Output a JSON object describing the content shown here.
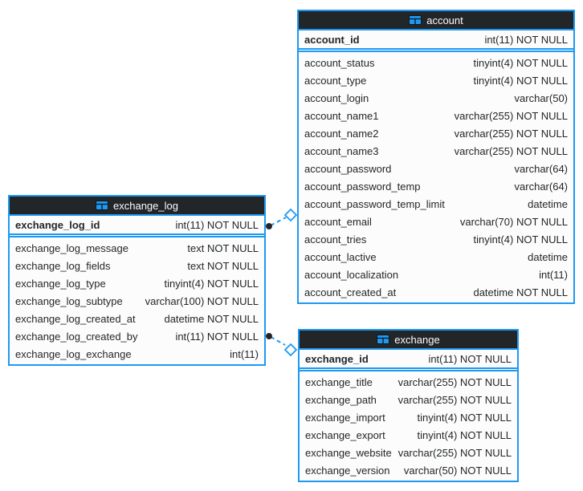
{
  "diagram": {
    "colors": {
      "accent": "#1d99f3",
      "header_bg": "#232629",
      "header_text": "#fcfcfc",
      "row_bg": "#fcfcfc",
      "text": "#232629",
      "canvas_bg": "#ffffff"
    },
    "tables": [
      {
        "title": "account",
        "icon": "table-icon",
        "primary_key": {
          "name": "account_id",
          "type": "int(11) NOT NULL"
        },
        "fields": [
          {
            "name": "account_status",
            "type": "tinyint(4) NOT NULL"
          },
          {
            "name": "account_type",
            "type": "tinyint(4) NOT NULL"
          },
          {
            "name": "account_login",
            "type": "varchar(50)"
          },
          {
            "name": "account_name1",
            "type": "varchar(255) NOT NULL"
          },
          {
            "name": "account_name2",
            "type": "varchar(255) NOT NULL"
          },
          {
            "name": "account_name3",
            "type": "varchar(255) NOT NULL"
          },
          {
            "name": "account_password",
            "type": "varchar(64)"
          },
          {
            "name": "account_password_temp",
            "type": "varchar(64)"
          },
          {
            "name": "account_password_temp_limit",
            "type": "datetime"
          },
          {
            "name": "account_email",
            "type": "varchar(70) NOT NULL"
          },
          {
            "name": "account_tries",
            "type": "tinyint(4) NOT NULL"
          },
          {
            "name": "account_lactive",
            "type": "datetime"
          },
          {
            "name": "account_localization",
            "type": "int(11)"
          },
          {
            "name": "account_created_at",
            "type": "datetime NOT NULL"
          }
        ]
      },
      {
        "title": "exchange_log",
        "icon": "table-icon",
        "primary_key": {
          "name": "exchange_log_id",
          "type": "int(11) NOT NULL"
        },
        "fields": [
          {
            "name": "exchange_log_message",
            "type": "text NOT NULL"
          },
          {
            "name": "exchange_log_fields",
            "type": "text NOT NULL"
          },
          {
            "name": "exchange_log_type",
            "type": "tinyint(4) NOT NULL"
          },
          {
            "name": "exchange_log_subtype",
            "type": "varchar(100) NOT NULL"
          },
          {
            "name": "exchange_log_created_at",
            "type": "datetime NOT NULL"
          },
          {
            "name": "exchange_log_created_by",
            "type": "int(11) NOT NULL"
          },
          {
            "name": "exchange_log_exchange",
            "type": "int(11)"
          }
        ]
      },
      {
        "title": "exchange",
        "icon": "table-icon",
        "primary_key": {
          "name": "exchange_id",
          "type": "int(11) NOT NULL"
        },
        "fields": [
          {
            "name": "exchange_title",
            "type": "varchar(255) NOT NULL"
          },
          {
            "name": "exchange_path",
            "type": "varchar(255) NOT NULL"
          },
          {
            "name": "exchange_import",
            "type": "tinyint(4) NOT NULL"
          },
          {
            "name": "exchange_export",
            "type": "tinyint(4) NOT NULL"
          },
          {
            "name": "exchange_website",
            "type": "varchar(255) NOT NULL"
          },
          {
            "name": "exchange_version",
            "type": "varchar(50) NOT NULL"
          }
        ]
      }
    ],
    "relations": [
      {
        "from_table": "exchange_log",
        "to_table": "account",
        "from_marker": "dot",
        "to_marker": "diamond",
        "line_style": "dashed"
      },
      {
        "from_table": "exchange_log",
        "to_table": "exchange",
        "from_marker": "dot",
        "to_marker": "diamond",
        "line_style": "dashed"
      }
    ]
  }
}
